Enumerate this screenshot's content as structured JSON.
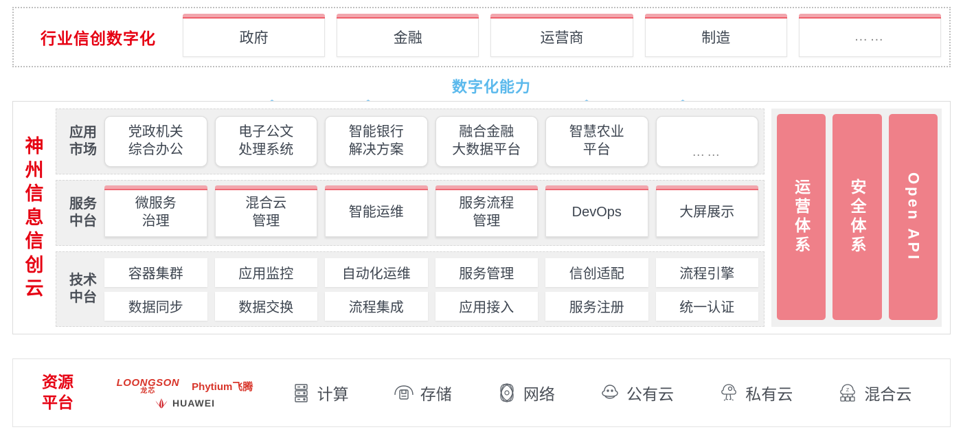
{
  "industry": {
    "title": "行业信创数字化",
    "items": [
      {
        "label": "政府"
      },
      {
        "label": "金融"
      },
      {
        "label": "运营商"
      },
      {
        "label": "制造"
      },
      {
        "label": "……"
      }
    ]
  },
  "capability": {
    "label": "数字化能力",
    "arrow_count_top": 4,
    "arrow_count_bottom": 5
  },
  "cloud": {
    "title": "神州信息信创云",
    "tiers": [
      {
        "name": "应用市场",
        "cards": [
          "党政机关\n综合办公",
          "电子公文\n处理系统",
          "智能银行\n解决方案",
          "融合金融\n大数据平台",
          "智慧农业\n平台",
          "……"
        ]
      },
      {
        "name": "服务中台",
        "cards": [
          "微服务\n治理",
          "混合云\n管理",
          "智能运维",
          "服务流程\n管理",
          "DevOps",
          "大屏展示"
        ]
      },
      {
        "name": "技术中台",
        "row1": [
          "容器集群",
          "应用监控",
          "自动化运维",
          "服务管理",
          "信创适配",
          "流程引擎"
        ],
        "row2": [
          "数据同步",
          "数据交换",
          "流程集成",
          "应用接入",
          "服务注册",
          "统一认证"
        ]
      }
    ],
    "pillars": [
      {
        "label": "运营体系"
      },
      {
        "label": "安全体系"
      },
      {
        "label": "Open API"
      }
    ]
  },
  "resource": {
    "title": "资源平台",
    "logos": [
      {
        "name": "LOONGSON",
        "cn": "龙芯"
      },
      {
        "name": "Phytium飞腾"
      },
      {
        "name": "HUAWEI"
      }
    ],
    "items": [
      {
        "label": "计算",
        "icon": "server-icon"
      },
      {
        "label": "存储",
        "icon": "storage-icon"
      },
      {
        "label": "网络",
        "icon": "network-icon"
      },
      {
        "label": "公有云",
        "icon": "public-cloud-icon"
      },
      {
        "label": "私有云",
        "icon": "private-cloud-icon"
      },
      {
        "label": "混合云",
        "icon": "hybrid-cloud-icon"
      }
    ]
  },
  "colors": {
    "brand_red": "#e60012",
    "accent_pink": "#ef5f6b",
    "pillar_pink": "#ef8089",
    "arrow_blue": "#7ec5ef",
    "capability_blue": "#5bb9ec"
  }
}
